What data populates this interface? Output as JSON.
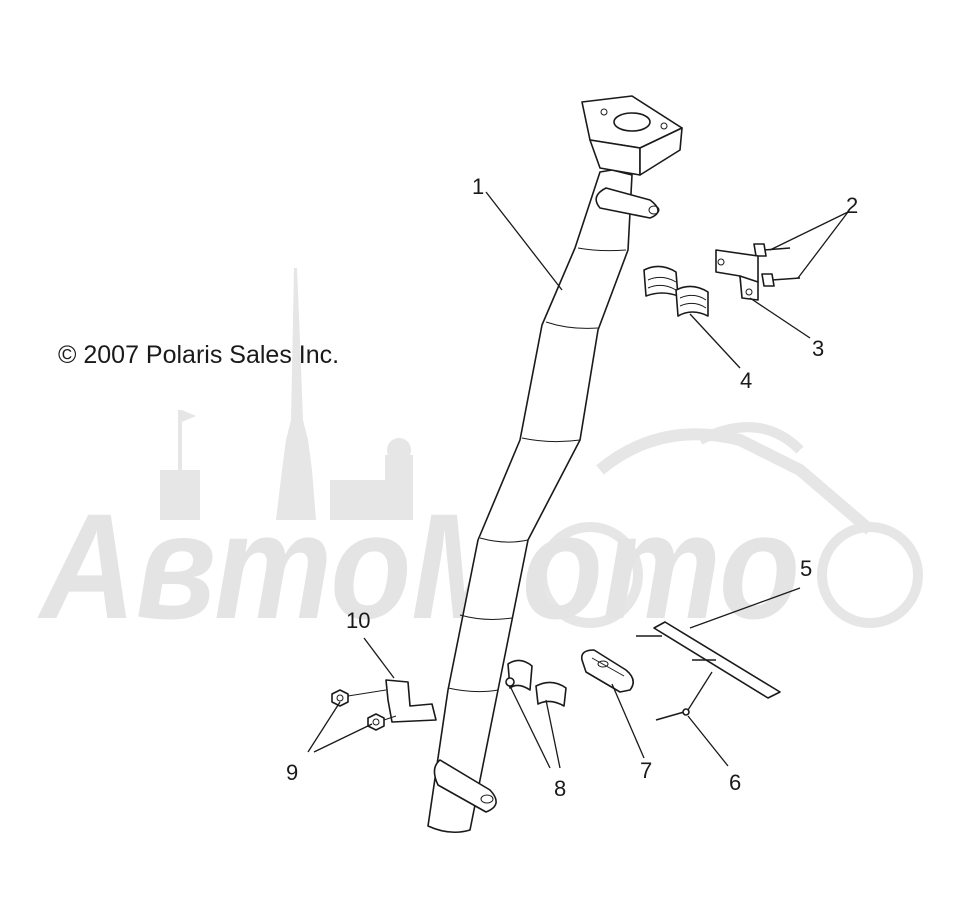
{
  "copyright": "© 2007 Polaris Sales Inc.",
  "watermark": "АвтоМото",
  "callouts": [
    {
      "id": "1",
      "label": "1"
    },
    {
      "id": "2",
      "label": "2"
    },
    {
      "id": "3",
      "label": "3"
    },
    {
      "id": "4",
      "label": "4"
    },
    {
      "id": "5",
      "label": "5"
    },
    {
      "id": "6",
      "label": "6"
    },
    {
      "id": "7",
      "label": "7"
    },
    {
      "id": "8",
      "label": "8"
    },
    {
      "id": "9",
      "label": "9"
    },
    {
      "id": "10",
      "label": "10"
    }
  ]
}
